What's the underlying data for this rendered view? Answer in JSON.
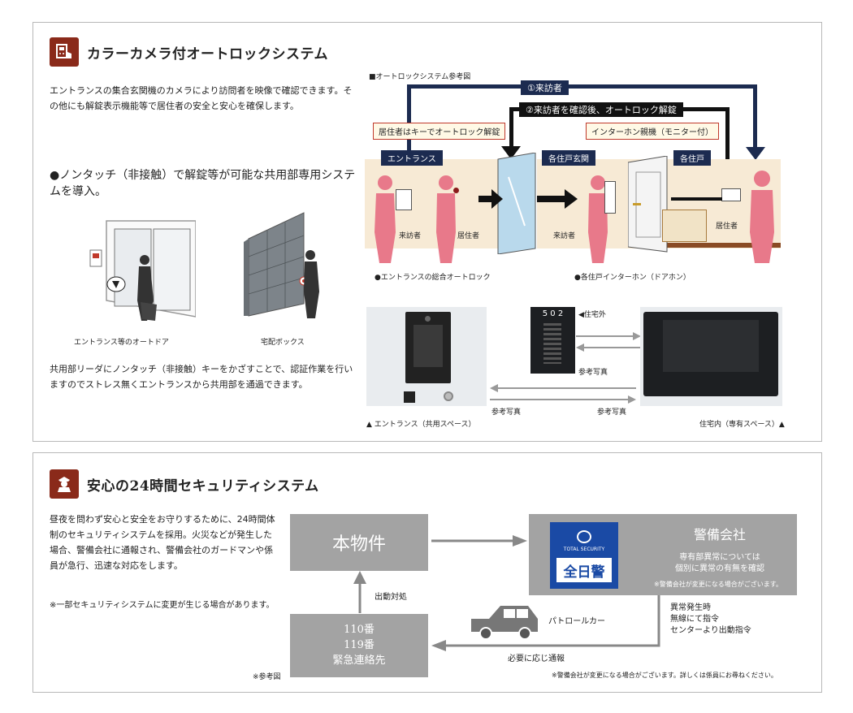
{
  "section1": {
    "title": "カラーカメラ付オートロックシステム",
    "intro": "エントランスの集合玄関機のカメラにより訪問者を映像で確認できます。その他にも解錠表示機能等で居住者の安全と安心を確保します。",
    "subheading": "●ノンタッチ（非接触）で解錠等が可能な共用部専用システムを導入。",
    "caption_door": "エントランス等のオートドア",
    "caption_box": "宅配ボックス",
    "body": "共用部リーダにノンタッチ（非接触）キーをかざすことで、認証作業を行いますのでストレス無くエントランスから共用部を通過できます。",
    "diagram": {
      "title": "■オートロックシステム参考図",
      "flow1": "①来訪者",
      "flow2": "②来訪者を確認後、オートロック解錠",
      "note_resident": "居住者はキーでオートロック解錠",
      "note_intercom": "インターホン親機（モニター付）",
      "tag_entrance": "エントランス",
      "tag_door": "各住戸玄関",
      "tag_unit": "各住戸",
      "visitor1": "来訪者",
      "resident1": "居住者",
      "visitor2": "来訪者",
      "resident2": "居住者",
      "cap_entrance": "●エントランスの総合オートロック",
      "cap_intercom": "●各住戸インターホン（ドアホン）"
    },
    "photos": {
      "door_number": "5 0 2",
      "outside": "◀住宅外",
      "ref1": "参考写真",
      "ref2": "参考写真",
      "ref3": "参考写真",
      "cap_left": "▲ エントランス（共用スペース）",
      "cap_right": "住宅内（専有スペース）▲"
    }
  },
  "section2": {
    "title": "安心の24時間セキュリティシステム",
    "intro": "昼夜を問わず安心と安全をお守りするために、24時間体制のセキュリティシステムを採用。火災などが発生した場合、警備会社に通報され、警備会社のガードマンや係員が急行、迅速な対応をします。",
    "note": "※一部セキュリティシステムに変更が生じる場合があります。",
    "ref_fig": "※参考図",
    "property": "本物件",
    "security_company": "警備会社",
    "logo_line": "TOTAL SECURITY",
    "logo_name": "全日警",
    "sec_desc_1": "専有部異常については",
    "sec_desc_2": "個別に異常の有無を確認",
    "sec_note": "※警備会社が変更になる場合がございます。",
    "emergency_1": "110番",
    "emergency_2": "119番",
    "emergency_3": "緊急連絡先",
    "dispatch": "出動対処",
    "patrol": "パトロールカー",
    "report": "必要に応じ通報",
    "alarm_1": "異常発生時",
    "alarm_2": "無線にて指令",
    "alarm_3": "センターより出動指令",
    "footer_note": "※警備会社が変更になる場合がございます。詳しくは係員にお尋ねください。"
  }
}
